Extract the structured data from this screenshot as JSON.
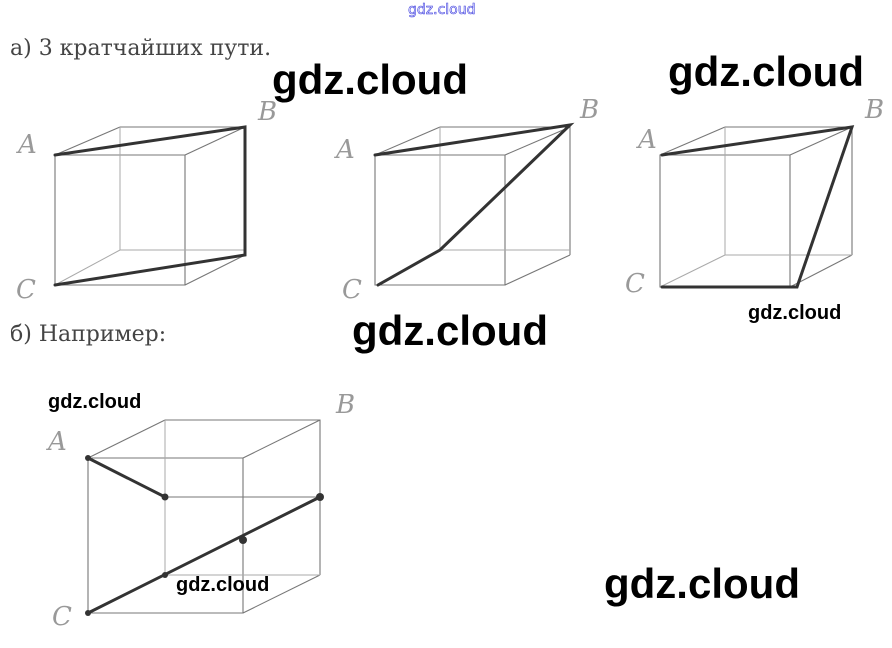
{
  "header": {
    "site": "gdz.cloud"
  },
  "part_a": {
    "label": "а) 3 кратчайших пути."
  },
  "part_b": {
    "label": "б) Например:"
  },
  "vertex_labels": {
    "a": "A",
    "b": "B",
    "c": "C"
  },
  "watermarks": [
    "gdz.cloud",
    "gdz.cloud",
    "gdz.cloud",
    "gdz.cloud",
    "gdz.cloud",
    "gdz.cloud",
    "gdz.cloud"
  ]
}
